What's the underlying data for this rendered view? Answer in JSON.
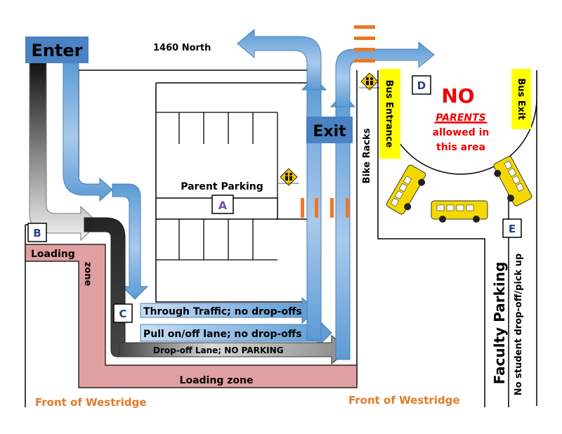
{
  "labels": {
    "enter": "Enter",
    "street": "1460 North",
    "exit": "Exit",
    "bike_racks": "Bike Racks",
    "bus_entrance": "Bus Entrance",
    "bus_exit": "Bus Exit",
    "no": "NO",
    "parents": "PARENTS",
    "allowed_in": "allowed in",
    "this_area": "this area",
    "parent_parking": "Parent Parking",
    "loading": "Loading",
    "zone": "zone",
    "loading_zone": "Loading zone",
    "through_traffic": "Through Traffic; no drop-offs",
    "pull_lane": "Pull on/off lane; no drop-offs",
    "dropoff_lane": "Drop-off Lane; NO PARKING",
    "front_left": "Front of Westridge",
    "front_right": "Front of Westridge",
    "faculty_parking": "Faculty Parking",
    "no_student": "No student drop-off/pick up",
    "school_crossing": "SCHOOL CROSSING"
  },
  "markers": {
    "a": "A",
    "b": "B",
    "c": "C",
    "d": "D",
    "e": "E"
  },
  "colors": {
    "arrow_blue": "#5b9bd5",
    "arrow_blue_light": "#c5dcf3",
    "arrow_gray": "#333333",
    "loading_zone": "#e0a0a0",
    "sign_yellow": "#ffff00",
    "crosswalk_orange": "#ee7722",
    "no_parents_red": "#ee0000",
    "front_label": "#e07a2a",
    "bus_yellow": "#f5d800"
  }
}
